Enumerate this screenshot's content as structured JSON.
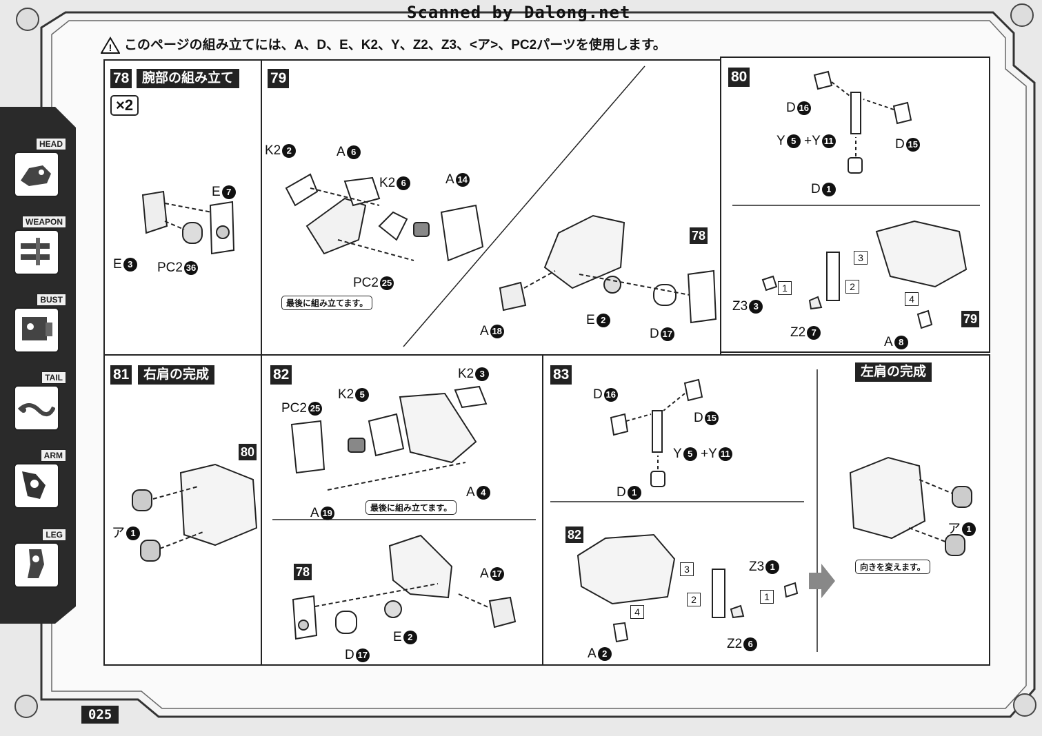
{
  "watermark": "Scanned by Dalong.net",
  "banner": "このページの組み立てには、A、D、E、K2、Y、Z2、Z3、<ア>、PC2パーツを使用します。",
  "sidebar": {
    "tabs": [
      {
        "label": "HEAD",
        "icon": "head-icon"
      },
      {
        "label": "WEAPON",
        "icon": "weapon-icon"
      },
      {
        "label": "BUST",
        "icon": "bust-icon"
      },
      {
        "label": "TAIL",
        "icon": "tail-icon"
      },
      {
        "label": "ARM",
        "icon": "arm-icon",
        "active": true
      },
      {
        "label": "LEG",
        "icon": "leg-icon"
      }
    ]
  },
  "page_number": "025",
  "steps": {
    "s78": {
      "num": "78",
      "title": "腕部の組み立て",
      "multiplier": "×2",
      "parts": {
        "e7": "E",
        "e7n": "7",
        "e3": "E",
        "e3n": "3",
        "pc2": "PC2",
        "pc2n": "36"
      }
    },
    "s79": {
      "num": "79",
      "note": "最後に組み立てます。",
      "ref": "78",
      "parts": {
        "k2a": "K2",
        "k2an": "2",
        "a6": "A",
        "a6n": "6",
        "k2b": "K2",
        "k2bn": "6",
        "a14": "A",
        "a14n": "14",
        "pc2": "PC2",
        "pc2n": "25",
        "a18": "A",
        "a18n": "18",
        "e2": "E",
        "e2n": "2",
        "d17": "D",
        "d17n": "17"
      }
    },
    "s80": {
      "num": "80",
      "ref": "79",
      "parts": {
        "d16": "D",
        "d16n": "16",
        "y5": "Y",
        "y5n": "5",
        "plus": "+Y",
        "y11n": "11",
        "d15": "D",
        "d15n": "15",
        "d1": "D",
        "d1n": "1",
        "z3": "Z3",
        "z3n": "3",
        "z2": "Z2",
        "z2n": "7",
        "a8": "A",
        "a8n": "8"
      },
      "seq": [
        "1",
        "2",
        "3",
        "4"
      ]
    },
    "s81": {
      "num": "81",
      "title": "右肩の完成",
      "ref": "80",
      "parts": {
        "a1": "ア",
        "a1n": "1"
      }
    },
    "s82": {
      "num": "82",
      "note": "最後に組み立てます。",
      "ref": "78",
      "parts": {
        "k2a": "K2",
        "k2an": "3",
        "k2b": "K2",
        "k2bn": "5",
        "pc2": "PC2",
        "pc2n": "25",
        "a4": "A",
        "a4n": "4",
        "a19": "A",
        "a19n": "19",
        "a17": "A",
        "a17n": "17",
        "e2": "E",
        "e2n": "2",
        "d17": "D",
        "d17n": "17"
      }
    },
    "s83": {
      "num": "83",
      "ref": "82",
      "parts": {
        "d16": "D",
        "d16n": "16",
        "d15": "D",
        "d15n": "15",
        "y5": "Y",
        "y5n": "5",
        "plus": "+Y",
        "y11n": "11",
        "d1": "D",
        "d1n": "1",
        "z3": "Z3",
        "z3n": "1",
        "z2": "Z2",
        "z2n": "6",
        "a2": "A",
        "a2n": "2"
      },
      "seq": [
        "1",
        "2",
        "3",
        "4"
      ]
    },
    "left": {
      "title": "左肩の完成",
      "note": "向きを変えます。",
      "parts": {
        "a1": "ア",
        "a1n": "1"
      }
    }
  }
}
